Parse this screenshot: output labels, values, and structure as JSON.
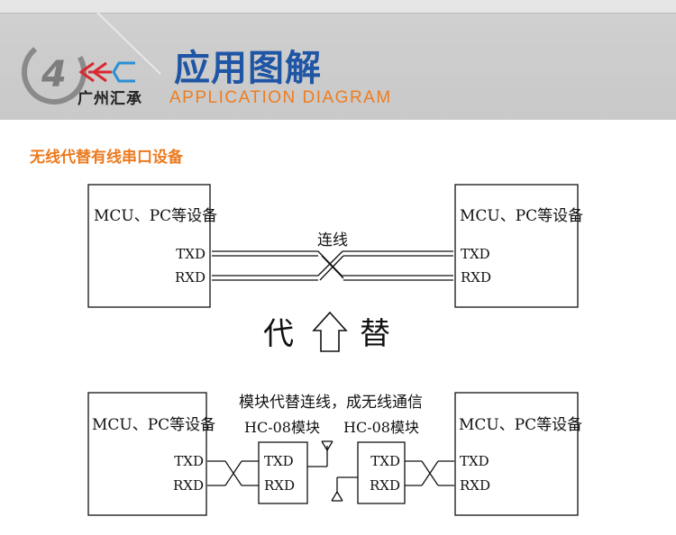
{
  "header": {
    "logo_mark": "4",
    "brand_name": "广州汇承",
    "title_cn": "应用图解",
    "title_en": "APPLICATION DIAGRAM",
    "colors": {
      "title_blue": "#1f55a5",
      "accent_orange": "#ee7d1f",
      "logo_red": "#d9282f",
      "logo_blue": "#2a8fd6",
      "logo_gray": "#8a8a8a"
    }
  },
  "section_title": "无线代替有线串口设备",
  "wired": {
    "left_device": {
      "name": "MCU、PC等设备",
      "txd": "TXD",
      "rxd": "RXD"
    },
    "right_device": {
      "name": "MCU、PC等设备",
      "txd": "TXD",
      "rxd": "RXD"
    },
    "cable_label": "连线"
  },
  "replace": {
    "left_char": "代",
    "right_char": "替",
    "arrow_icon": "up-arrow-icon"
  },
  "wireless": {
    "caption": "模块代替连线，成无线通信",
    "left_device": {
      "name": "MCU、PC等设备",
      "txd": "TXD",
      "rxd": "RXD"
    },
    "right_device": {
      "name": "MCU、PC等设备",
      "txd": "TXD",
      "rxd": "RXD"
    },
    "left_module": {
      "label": "HC-08模块",
      "txd": "TXD",
      "rxd": "RXD"
    },
    "right_module": {
      "label": "HC-08模块",
      "txd": "TXD",
      "rxd": "RXD"
    },
    "antenna_icon": "antenna-icon"
  }
}
